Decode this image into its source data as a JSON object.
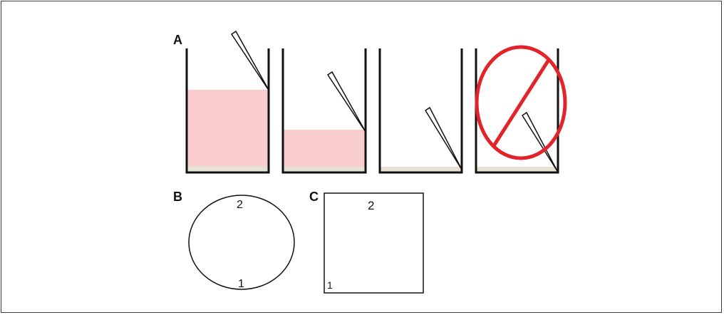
{
  "panels": {
    "a": {
      "label": "A"
    },
    "b": {
      "label": "B",
      "top_number": "2",
      "bottom_number": "1"
    },
    "c": {
      "label": "C",
      "top_number": "2",
      "bottom_number": "1"
    }
  },
  "beakers": [
    {
      "liquid_level": 0.79,
      "liquid_color": "#f9cdcd"
    },
    {
      "liquid_level": 0.41,
      "liquid_color": "#f9cdcd"
    },
    {
      "liquid_level": 0.0,
      "liquid_color": "#f9cdcd"
    },
    {
      "liquid_level": 0.0,
      "liquid_color": "#f9cdcd",
      "prohibited": true
    }
  ],
  "colors": {
    "sediment": "#e6e2d3",
    "prohibition": "#e3232a",
    "outline": "#111111"
  }
}
